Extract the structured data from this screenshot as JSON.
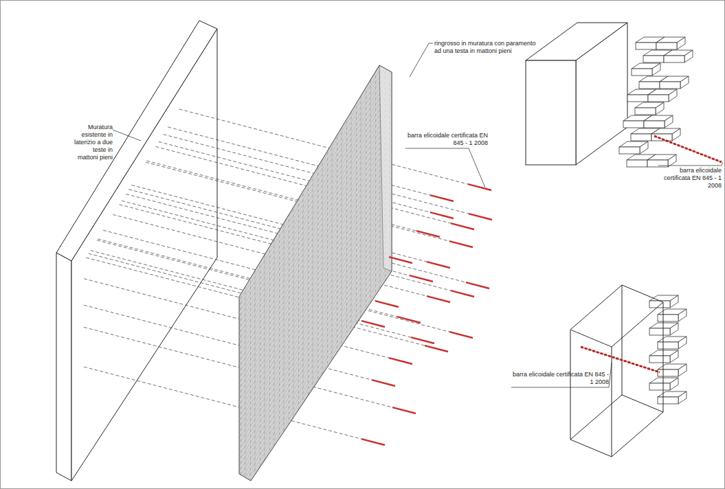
{
  "diagram": {
    "labels": [
      "Muratura esistente in laterizio a due teste in mattoni pieni",
      "ringrosso in muratura con paramento ad una testa in mattoni pieni",
      "barra elicoidale certificata EN 845 - 1 2008",
      "barra elicoidale certificata EN 845 - 1 2008",
      "barra elicoidale certificata EN 845 - 1 2008"
    ]
  }
}
